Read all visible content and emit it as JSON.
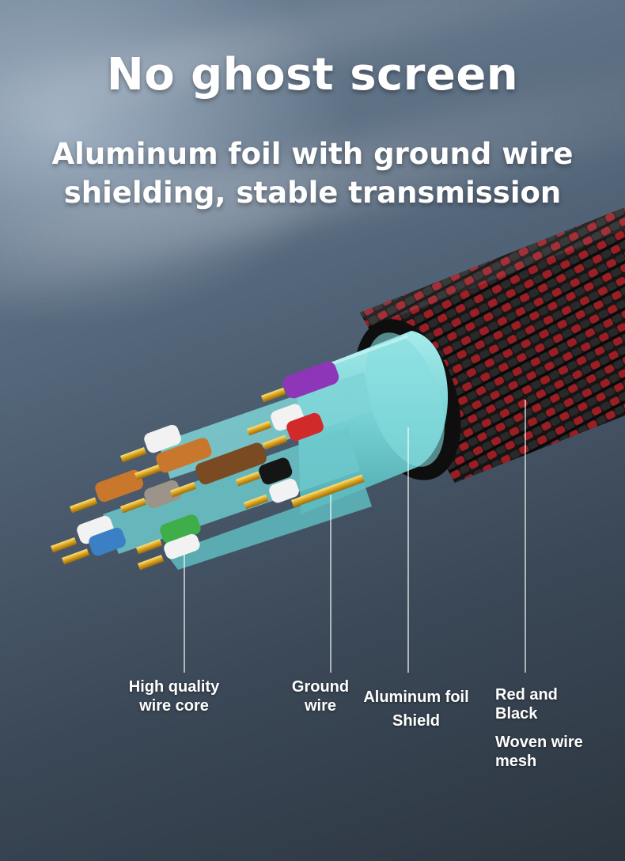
{
  "headline": "No ghost screen",
  "subheadline_line1": "Aluminum foil with ground wire",
  "subheadline_line2": "shielding, stable transmission",
  "callouts": {
    "core_line1": "High quality",
    "core_line2": "wire core",
    "ground_line1": "Ground",
    "ground_line2": "wire",
    "foil_line1": "Aluminum foil",
    "foil_line2": "Shield",
    "mesh_line1": "Red and",
    "mesh_line2": "Black",
    "mesh_line3": "Woven wire",
    "mesh_line4": "mesh"
  },
  "colors": {
    "foil": "#7fd4d6",
    "mesh_red": "#b8232a",
    "mesh_black": "#1a1a1a",
    "copper": "#d9a21e"
  }
}
